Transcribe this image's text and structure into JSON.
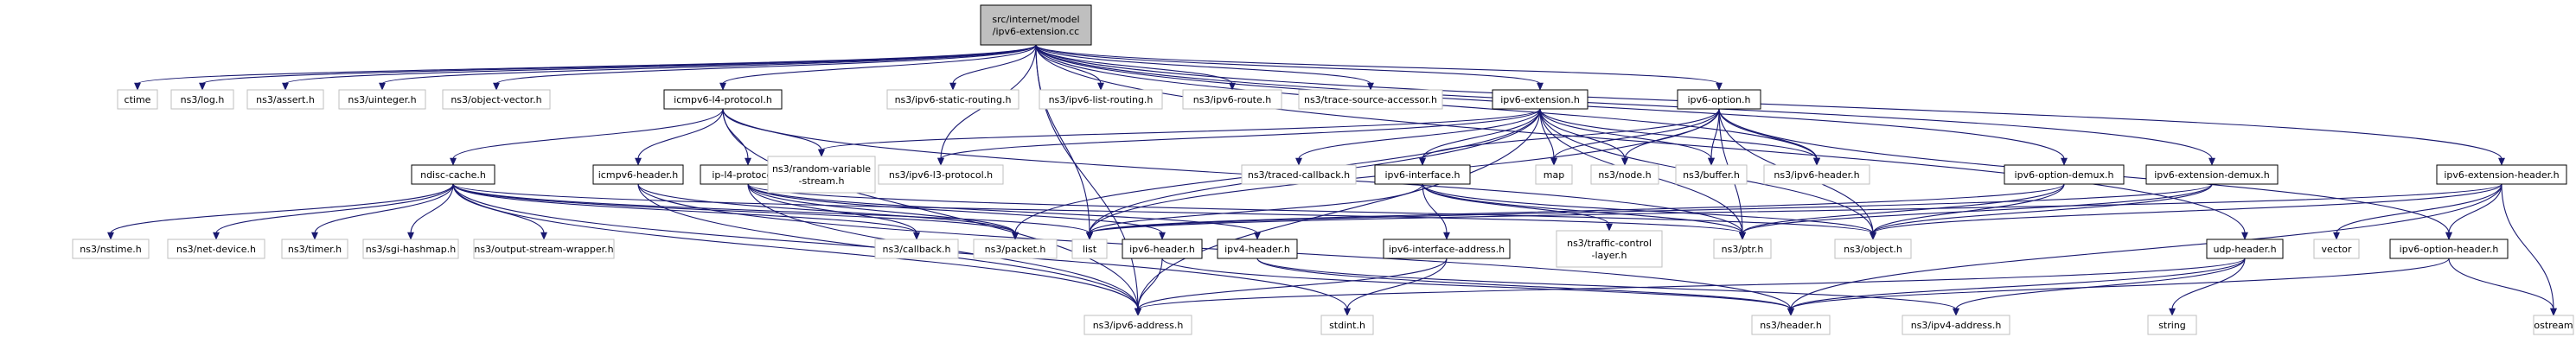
{
  "graph": {
    "nodes": [
      {
        "id": "root",
        "lines": [
          "src/internet/model",
          "/ipv6-extension.cc"
        ],
        "kind": "root"
      },
      {
        "id": "ctime",
        "lines": [
          "ctime"
        ],
        "kind": "leaf"
      },
      {
        "id": "log",
        "lines": [
          "ns3/log.h"
        ],
        "kind": "leaf"
      },
      {
        "id": "assert",
        "lines": [
          "ns3/assert.h"
        ],
        "kind": "leaf"
      },
      {
        "id": "uinteger",
        "lines": [
          "ns3/uinteger.h"
        ],
        "kind": "leaf"
      },
      {
        "id": "objvec",
        "lines": [
          "ns3/object-vector.h"
        ],
        "kind": "leaf"
      },
      {
        "id": "icmp",
        "lines": [
          "icmpv6-l4-protocol.h"
        ],
        "kind": "node"
      },
      {
        "id": "static",
        "lines": [
          "ns3/ipv6-static-routing.h"
        ],
        "kind": "leaf"
      },
      {
        "id": "listr",
        "lines": [
          "ns3/ipv6-list-routing.h"
        ],
        "kind": "leaf"
      },
      {
        "id": "route",
        "lines": [
          "ns3/ipv6-route.h"
        ],
        "kind": "leaf"
      },
      {
        "id": "trsa",
        "lines": [
          "ns3/trace-source-accessor.h"
        ],
        "kind": "leaf"
      },
      {
        "id": "ext",
        "lines": [
          "ipv6-extension.h"
        ],
        "kind": "node"
      },
      {
        "id": "opt",
        "lines": [
          "ipv6-option.h"
        ],
        "kind": "node"
      },
      {
        "id": "extHdr",
        "lines": [
          "ipv6-extension-header.h"
        ],
        "kind": "node"
      },
      {
        "id": "ndisc",
        "lines": [
          "ndisc-cache.h"
        ],
        "kind": "node"
      },
      {
        "id": "icmpHdr",
        "lines": [
          "icmpv6-header.h"
        ],
        "kind": "node"
      },
      {
        "id": "ip4",
        "lines": [
          "ip-l4-protocol.h"
        ],
        "kind": "node"
      },
      {
        "id": "rand",
        "lines": [
          "ns3/random-variable",
          "-stream.h"
        ],
        "kind": "leaf"
      },
      {
        "id": "l3",
        "lines": [
          "ns3/ipv6-l3-protocol.h"
        ],
        "kind": "leaf"
      },
      {
        "id": "tcb",
        "lines": [
          "ns3/traced-callback.h"
        ],
        "kind": "leaf"
      },
      {
        "id": "iface",
        "lines": [
          "ipv6-interface.h"
        ],
        "kind": "node"
      },
      {
        "id": "map",
        "lines": [
          "map"
        ],
        "kind": "leaf"
      },
      {
        "id": "nodeh",
        "lines": [
          "ns3/node.h"
        ],
        "kind": "leaf"
      },
      {
        "id": "buf",
        "lines": [
          "ns3/buffer.h"
        ],
        "kind": "leaf"
      },
      {
        "id": "v6hdr",
        "lines": [
          "ns3/ipv6-header.h"
        ],
        "kind": "leaf"
      },
      {
        "id": "odemux",
        "lines": [
          "ipv6-option-demux.h"
        ],
        "kind": "node"
      },
      {
        "id": "edemux",
        "lines": [
          "ipv6-extension-demux.h"
        ],
        "kind": "node"
      },
      {
        "id": "nstime",
        "lines": [
          "ns3/nstime.h"
        ],
        "kind": "leaf"
      },
      {
        "id": "netdev",
        "lines": [
          "ns3/net-device.h"
        ],
        "kind": "leaf"
      },
      {
        "id": "timer",
        "lines": [
          "ns3/timer.h"
        ],
        "kind": "leaf"
      },
      {
        "id": "sgi",
        "lines": [
          "ns3/sgi-hashmap.h"
        ],
        "kind": "leaf"
      },
      {
        "id": "osw",
        "lines": [
          "ns3/output-stream-wrapper.h"
        ],
        "kind": "leaf"
      },
      {
        "id": "cb",
        "lines": [
          "ns3/callback.h"
        ],
        "kind": "leaf"
      },
      {
        "id": "pkt",
        "lines": [
          "ns3/packet.h"
        ],
        "kind": "leaf"
      },
      {
        "id": "list",
        "lines": [
          "list"
        ],
        "kind": "leaf"
      },
      {
        "id": "v6h",
        "lines": [
          "ipv6-header.h"
        ],
        "kind": "node"
      },
      {
        "id": "v4h",
        "lines": [
          "ipv4-header.h"
        ],
        "kind": "node"
      },
      {
        "id": "ifaddr",
        "lines": [
          "ipv6-interface-address.h"
        ],
        "kind": "node"
      },
      {
        "id": "tcl",
        "lines": [
          "ns3/traffic-control",
          "-layer.h"
        ],
        "kind": "leaf"
      },
      {
        "id": "ptr",
        "lines": [
          "ns3/ptr.h"
        ],
        "kind": "leaf"
      },
      {
        "id": "obj",
        "lines": [
          "ns3/object.h"
        ],
        "kind": "leaf"
      },
      {
        "id": "vector",
        "lines": [
          "vector"
        ],
        "kind": "leaf"
      },
      {
        "id": "udp",
        "lines": [
          "udp-header.h"
        ],
        "kind": "node"
      },
      {
        "id": "ohdr",
        "lines": [
          "ipv6-option-header.h"
        ],
        "kind": "node"
      },
      {
        "id": "v6addr",
        "lines": [
          "ns3/ipv6-address.h"
        ],
        "kind": "leaf"
      },
      {
        "id": "stdint",
        "lines": [
          "stdint.h"
        ],
        "kind": "leaf"
      },
      {
        "id": "hdr",
        "lines": [
          "ns3/header.h"
        ],
        "kind": "leaf"
      },
      {
        "id": "v4addr",
        "lines": [
          "ns3/ipv4-address.h"
        ],
        "kind": "leaf"
      },
      {
        "id": "string",
        "lines": [
          "string"
        ],
        "kind": "leaf"
      },
      {
        "id": "ostream",
        "lines": [
          "ostream"
        ],
        "kind": "leaf"
      }
    ],
    "edges": [
      [
        "root",
        "ctime"
      ],
      [
        "root",
        "log"
      ],
      [
        "root",
        "assert"
      ],
      [
        "root",
        "uinteger"
      ],
      [
        "root",
        "objvec"
      ],
      [
        "root",
        "icmp"
      ],
      [
        "root",
        "static"
      ],
      [
        "root",
        "listr"
      ],
      [
        "root",
        "route"
      ],
      [
        "root",
        "trsa"
      ],
      [
        "root",
        "ext"
      ],
      [
        "root",
        "opt"
      ],
      [
        "root",
        "extHdr"
      ],
      [
        "root",
        "odemux"
      ],
      [
        "root",
        "edemux"
      ],
      [
        "root",
        "l3"
      ],
      [
        "root",
        "v6hdr"
      ],
      [
        "root",
        "v6addr"
      ],
      [
        "root",
        "list"
      ],
      [
        "root",
        "udp"
      ],
      [
        "icmp",
        "ndisc"
      ],
      [
        "icmp",
        "icmpHdr"
      ],
      [
        "icmp",
        "ip4"
      ],
      [
        "icmp",
        "rand"
      ],
      [
        "icmp",
        "v6addr"
      ],
      [
        "icmp",
        "ptr"
      ],
      [
        "ext",
        "rand"
      ],
      [
        "ext",
        "l3"
      ],
      [
        "ext",
        "tcb"
      ],
      [
        "ext",
        "iface"
      ],
      [
        "ext",
        "map"
      ],
      [
        "ext",
        "nodeh"
      ],
      [
        "ext",
        "buf"
      ],
      [
        "ext",
        "v6hdr"
      ],
      [
        "ext",
        "list"
      ],
      [
        "ext",
        "pkt"
      ],
      [
        "ext",
        "v6addr"
      ],
      [
        "ext",
        "ptr"
      ],
      [
        "ext",
        "obj"
      ],
      [
        "opt",
        "iface"
      ],
      [
        "opt",
        "map"
      ],
      [
        "opt",
        "nodeh"
      ],
      [
        "opt",
        "buf"
      ],
      [
        "opt",
        "v6hdr"
      ],
      [
        "opt",
        "ptr"
      ],
      [
        "opt",
        "obj"
      ],
      [
        "opt",
        "list"
      ],
      [
        "opt",
        "ohdr"
      ],
      [
        "ndisc",
        "nstime"
      ],
      [
        "ndisc",
        "netdev"
      ],
      [
        "ndisc",
        "timer"
      ],
      [
        "ndisc",
        "sgi"
      ],
      [
        "ndisc",
        "osw"
      ],
      [
        "ndisc",
        "cb"
      ],
      [
        "ndisc",
        "pkt"
      ],
      [
        "ndisc",
        "list"
      ],
      [
        "ndisc",
        "v6addr"
      ],
      [
        "ndisc",
        "stdint"
      ],
      [
        "ndisc",
        "ptr"
      ],
      [
        "icmpHdr",
        "pkt"
      ],
      [
        "icmpHdr",
        "v6addr"
      ],
      [
        "icmpHdr",
        "hdr"
      ],
      [
        "ip4",
        "cb"
      ],
      [
        "ip4",
        "pkt"
      ],
      [
        "ip4",
        "v6h"
      ],
      [
        "ip4",
        "v4h"
      ],
      [
        "ip4",
        "obj"
      ],
      [
        "ip4",
        "v6addr"
      ],
      [
        "iface",
        "list"
      ],
      [
        "iface",
        "ifaddr"
      ],
      [
        "iface",
        "tcl"
      ],
      [
        "iface",
        "ptr"
      ],
      [
        "iface",
        "obj"
      ],
      [
        "odemux",
        "list"
      ],
      [
        "odemux",
        "ptr"
      ],
      [
        "odemux",
        "obj"
      ],
      [
        "edemux",
        "list"
      ],
      [
        "edemux",
        "ptr"
      ],
      [
        "edemux",
        "obj"
      ],
      [
        "extHdr",
        "vector"
      ],
      [
        "extHdr",
        "ohdr"
      ],
      [
        "extHdr",
        "list"
      ],
      [
        "extHdr",
        "ostream"
      ],
      [
        "extHdr",
        "hdr"
      ],
      [
        "extHdr",
        "obj"
      ],
      [
        "v6h",
        "v6addr"
      ],
      [
        "v6h",
        "hdr"
      ],
      [
        "v4h",
        "v4addr"
      ],
      [
        "v4h",
        "hdr"
      ],
      [
        "ifaddr",
        "v6addr"
      ],
      [
        "ifaddr",
        "stdint"
      ],
      [
        "udp",
        "string"
      ],
      [
        "udp",
        "v6addr"
      ],
      [
        "udp",
        "v4addr"
      ],
      [
        "udp",
        "hdr"
      ],
      [
        "ohdr",
        "ostream"
      ],
      [
        "ohdr",
        "hdr"
      ]
    ]
  }
}
